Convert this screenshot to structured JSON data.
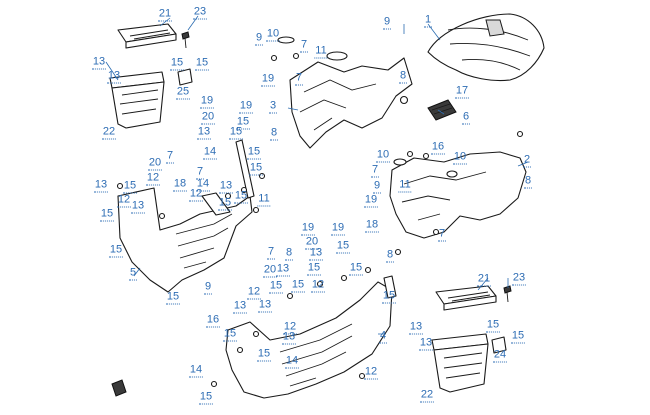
{
  "callouts": [
    {
      "label": "21"
    },
    {
      "label": "23"
    },
    {
      "label": "13"
    },
    {
      "label": "13"
    },
    {
      "label": "15"
    },
    {
      "label": "15"
    },
    {
      "label": "25"
    },
    {
      "label": "22"
    },
    {
      "label": "10"
    },
    {
      "label": "7"
    },
    {
      "label": "9"
    },
    {
      "label": "19"
    },
    {
      "label": "11"
    },
    {
      "label": "7"
    },
    {
      "label": "8"
    },
    {
      "label": "3"
    },
    {
      "label": "9"
    },
    {
      "label": "1"
    },
    {
      "label": "17"
    },
    {
      "label": "6"
    },
    {
      "label": "19"
    },
    {
      "label": "19"
    },
    {
      "label": "20"
    },
    {
      "label": "15"
    },
    {
      "label": "13"
    },
    {
      "label": "15"
    },
    {
      "label": "8"
    },
    {
      "label": "14"
    },
    {
      "label": "15"
    },
    {
      "label": "15"
    },
    {
      "label": "20"
    },
    {
      "label": "7"
    },
    {
      "label": "12"
    },
    {
      "label": "18"
    },
    {
      "label": "13"
    },
    {
      "label": "15"
    },
    {
      "label": "7"
    },
    {
      "label": "12"
    },
    {
      "label": "14"
    },
    {
      "label": "12"
    },
    {
      "label": "13"
    },
    {
      "label": "15"
    },
    {
      "label": "11"
    },
    {
      "label": "15"
    },
    {
      "label": "13"
    },
    {
      "label": "15"
    },
    {
      "label": "5"
    },
    {
      "label": "15"
    },
    {
      "label": "15"
    },
    {
      "label": "9"
    },
    {
      "label": "10"
    },
    {
      "label": "16"
    },
    {
      "label": "10"
    },
    {
      "label": "2"
    },
    {
      "label": "7"
    },
    {
      "label": "9"
    },
    {
      "label": "11"
    },
    {
      "label": "19"
    },
    {
      "label": "8"
    },
    {
      "label": "18"
    },
    {
      "label": "8"
    },
    {
      "label": "7"
    },
    {
      "label": "19"
    },
    {
      "label": "19"
    },
    {
      "label": "20"
    },
    {
      "label": "15"
    },
    {
      "label": "7"
    },
    {
      "label": "8"
    },
    {
      "label": "20"
    },
    {
      "label": "13"
    },
    {
      "label": "15"
    },
    {
      "label": "12"
    },
    {
      "label": "15"
    },
    {
      "label": "15"
    },
    {
      "label": "13"
    },
    {
      "label": "15"
    },
    {
      "label": "13"
    },
    {
      "label": "12"
    },
    {
      "label": "13"
    },
    {
      "label": "16"
    },
    {
      "label": "15"
    },
    {
      "label": "12"
    },
    {
      "label": "13"
    },
    {
      "label": "15"
    },
    {
      "label": "14"
    },
    {
      "label": "15"
    },
    {
      "label": "14"
    },
    {
      "label": "12"
    },
    {
      "label": "15"
    },
    {
      "label": "4"
    },
    {
      "label": "21"
    },
    {
      "label": "23"
    },
    {
      "label": "13"
    },
    {
      "label": "15"
    },
    {
      "label": "15"
    },
    {
      "label": "13"
    },
    {
      "label": "24"
    },
    {
      "label": "22"
    }
  ]
}
